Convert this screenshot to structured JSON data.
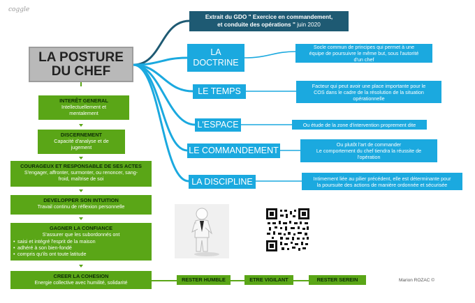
{
  "brand": "coggle",
  "center": {
    "title": "LA POSTURE\nDU CHEF"
  },
  "top_note": {
    "bold1": "Extrait du GDO \" Exercice en commandement,",
    "bold2": "et conduite des opérations \"",
    "date": " juin 2020"
  },
  "branches": [
    {
      "label": "LA\nDOCTRINE",
      "desc": "Socle commun de principes qui permet à une\néquipe de poursuivre le même but, sous l'autorité\nd'un chef"
    },
    {
      "label": "LE TEMPS",
      "desc": "Facteur qui peut avoir une place importante pour le\nCOS dans le cadre de la résolution de la situation\nopérationnelle"
    },
    {
      "label": "L'ESPACE",
      "desc": "Ou étude de la zone d'intervention proprement dite"
    },
    {
      "label": "LE COMMANDEMENT",
      "desc": "Ou plutôt l'art de commander\nLe comportement du chef tiendra la réussite de\nl'opération"
    },
    {
      "label": "LA DISCIPLINE",
      "desc": "Intimement liée au pilier précédent, elle est déterminante pour\nla poursuite des actions de manière ordonnée et sécurisée"
    }
  ],
  "qualities": [
    {
      "title": "INTERÊT GENERAL",
      "sub": "Intellectuellement et\nmentalement"
    },
    {
      "title": "DISCERNEMENT",
      "sub": "Capacité d'analyse et de\njugement"
    },
    {
      "title": "COURAGEUX ET RESPONSABLE DE SES ACTES",
      "sub": "S'engager, affronter, surmonter, ou renoncer, sang-\nfroid, maîtrise de soi"
    },
    {
      "title": "DEVELOPPER SON INTUITION",
      "sub": "Travail continu de réflexion personnelle"
    },
    {
      "title": "GAGNER LA CONFIANCE",
      "sub": "S'assurer que les subordonnés ont",
      "bullets": [
        "saisi et intégré l'esprit de la maison",
        "adhéré à son bien-fondé",
        "compris qu'ils ont toute latitude"
      ]
    },
    {
      "title": "CREER LA COHESION",
      "sub": "Energie collective avec humilité, solidarité"
    }
  ],
  "chain": [
    "RESTER HUMBLE",
    "ETRE VIGILANT",
    "RESTER SEREIN"
  ],
  "author": "Marion ROZAC ©",
  "images": {
    "figure": "thinking-figure-icon",
    "qr": "qr-code-icon"
  },
  "colors": {
    "green": "#5aa617",
    "blue": "#1ba9df",
    "navy": "#1e5a73",
    "grey": "#b9b9b9"
  }
}
